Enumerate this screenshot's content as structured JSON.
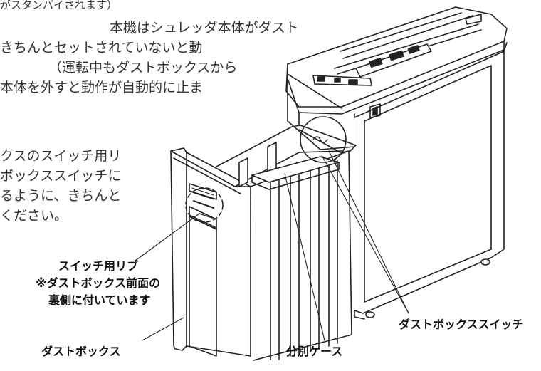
{
  "intro": {
    "line0": "がスタンバイされます）",
    "lines": [
      "本機はシュレッダ本体がダスト",
      "きちんとセットされていないと動",
      "（運転中もダストボックスから",
      "本体を外すと動作が自動的に止ま"
    ]
  },
  "instruction": {
    "lines": [
      "クスのスイッチ用リ",
      "ボックススイッチに",
      "るように、きちんと",
      "ください。"
    ]
  },
  "labels": {
    "switch_rib": {
      "line1": "スイッチ用リブ",
      "line2": "※ダストボックス前面の",
      "line3": "裏側に付いています"
    },
    "dust_box": "ダストボックス",
    "separator_case": "分別ケース",
    "dust_box_switch": "ダストボックススイッチ"
  }
}
